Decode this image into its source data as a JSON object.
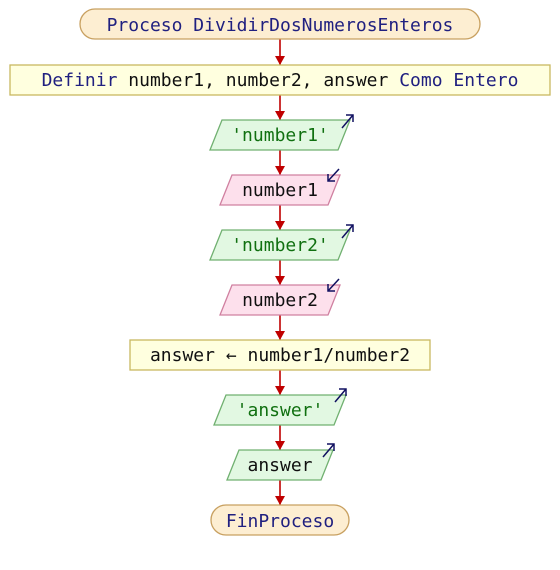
{
  "diagram": {
    "start": {
      "keyword": "Proceso",
      "name": "DividirDosNumerosEnteros"
    },
    "define": {
      "keyword_define": "Definir",
      "variables": "number1, number2, answer",
      "keyword_as": "Como",
      "type": "Entero"
    },
    "write_1": {
      "text": "'number1'"
    },
    "read_1": {
      "text": "number1"
    },
    "write_2": {
      "text": "'number2'"
    },
    "read_2": {
      "text": "number2"
    },
    "assign": {
      "target": "answer",
      "arrow": "←",
      "expression": "number1/number2"
    },
    "write_3": {
      "text": "'answer'"
    },
    "write_4": {
      "text": "answer"
    },
    "end": {
      "keyword": "FinProceso"
    }
  },
  "colors": {
    "terminal_fill": "#fdeed2",
    "terminal_stroke": "#c8a060",
    "process_fill": "#ffffdf",
    "process_stroke": "#c8b860",
    "output_fill": "#e2f8e2",
    "output_stroke": "#70b070",
    "input_fill": "#fde0ec",
    "input_stroke": "#d080a0",
    "flow_arrow": "#c00000",
    "io_arrow": "#101060",
    "keyword": "#202080",
    "string": "#107010"
  },
  "icons": {
    "output": "arrow-up-right-icon",
    "input": "arrow-down-left-icon"
  }
}
